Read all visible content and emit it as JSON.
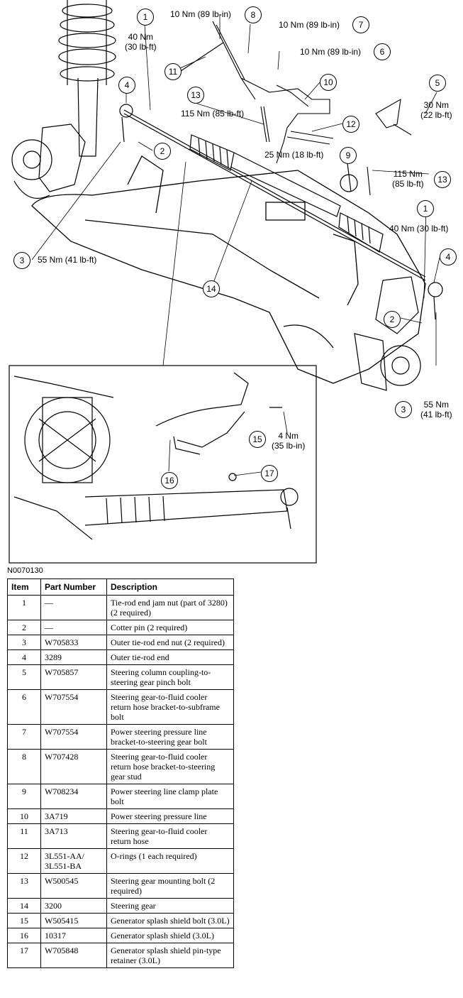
{
  "figure": {
    "id": "N0070130",
    "callouts": [
      {
        "num": "1"
      },
      {
        "num": "2"
      },
      {
        "num": "3"
      },
      {
        "num": "4"
      },
      {
        "num": "5"
      },
      {
        "num": "6"
      },
      {
        "num": "7"
      },
      {
        "num": "8"
      },
      {
        "num": "9"
      },
      {
        "num": "10"
      },
      {
        "num": "11"
      },
      {
        "num": "12"
      },
      {
        "num": "13"
      },
      {
        "num": "14"
      },
      {
        "num": "15"
      },
      {
        "num": "16"
      },
      {
        "num": "17"
      },
      {
        "num": "1"
      },
      {
        "num": "2"
      },
      {
        "num": "3"
      },
      {
        "num": "4"
      },
      {
        "num": "13"
      }
    ],
    "torques": [
      {
        "text": "40 Nm\n(30 lb-ft)"
      },
      {
        "text": "10 Nm (89 lb-in)"
      },
      {
        "text": "10 Nm (89 lb-in)"
      },
      {
        "text": "10 Nm (89 lb-in)"
      },
      {
        "text": "30 Nm\n(22 lb-ft)"
      },
      {
        "text": "115 Nm (85 lb-ft)"
      },
      {
        "text": "25 Nm (18 lb-ft)"
      },
      {
        "text": "115 Nm\n(85 lb-ft)"
      },
      {
        "text": "40 Nm (30 lb-ft)"
      },
      {
        "text": "55 Nm (41 lb-ft)"
      },
      {
        "text": "55 Nm\n(41 lb-ft)"
      },
      {
        "text": "4 Nm\n(35 lb-in)"
      }
    ]
  },
  "table": {
    "headers": {
      "item": "Item",
      "part_number": "Part Number",
      "description": "Description"
    },
    "rows": [
      {
        "item": "1",
        "part_number": "—",
        "description": "Tie-rod end jam nut (part of 3280) (2 required)"
      },
      {
        "item": "2",
        "part_number": "—",
        "description": "Cotter pin (2 required)"
      },
      {
        "item": "3",
        "part_number": "W705833",
        "description": "Outer tie-rod end nut (2 required)"
      },
      {
        "item": "4",
        "part_number": "3289",
        "description": "Outer tie-rod end"
      },
      {
        "item": "5",
        "part_number": "W705857",
        "description": "Steering column coupling-to-steering gear pinch bolt"
      },
      {
        "item": "6",
        "part_number": "W707554",
        "description": "Steering gear-to-fluid cooler return hose bracket-to-subframe bolt"
      },
      {
        "item": "7",
        "part_number": "W707554",
        "description": "Power steering pressure line bracket-to-steering gear bolt"
      },
      {
        "item": "8",
        "part_number": "W707428",
        "description": "Steering gear-to-fluid cooler return hose bracket-to-steering gear stud"
      },
      {
        "item": "9",
        "part_number": "W708234",
        "description": "Power steering line clamp plate bolt"
      },
      {
        "item": "10",
        "part_number": "3A719",
        "description": "Power steering pressure line"
      },
      {
        "item": "11",
        "part_number": "3A713",
        "description": "Steering gear-to-fluid cooler return hose"
      },
      {
        "item": "12",
        "part_number": "3L551-AA/ 3L551-BA",
        "description": "O-rings (1 each required)"
      },
      {
        "item": "13",
        "part_number": "W500545",
        "description": "Steering gear mounting bolt (2 required)"
      },
      {
        "item": "14",
        "part_number": "3200",
        "description": "Steering gear"
      },
      {
        "item": "15",
        "part_number": "W505415",
        "description": "Generator splash shield bolt (3.0L)"
      },
      {
        "item": "16",
        "part_number": "10317",
        "description": "Generator splash shield (3.0L)"
      },
      {
        "item": "17",
        "part_number": "W705848",
        "description": "Generator splash shield pin-type retainer (3.0L)"
      }
    ]
  }
}
